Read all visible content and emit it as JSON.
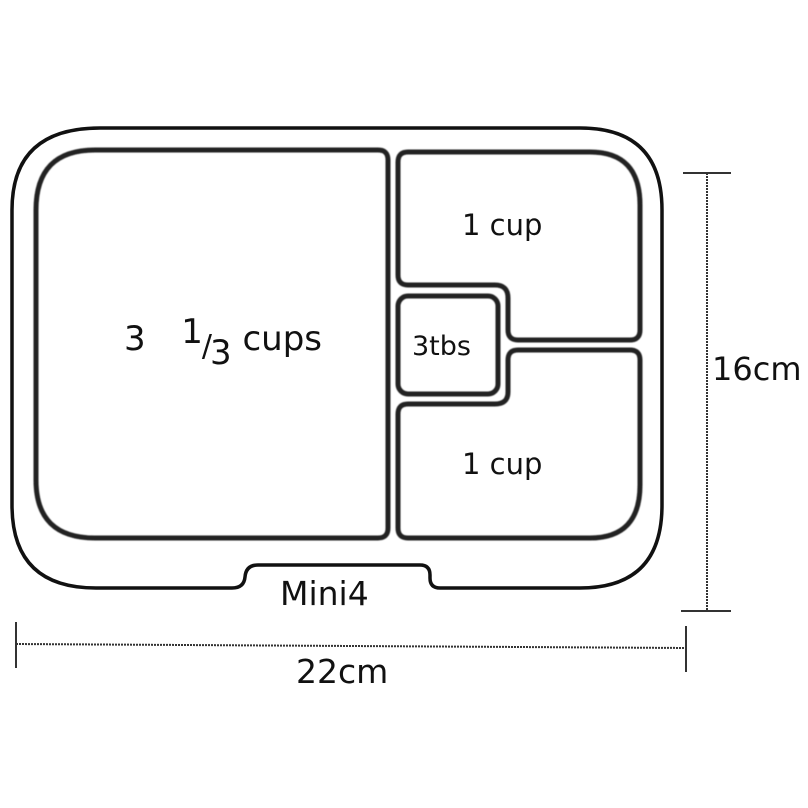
{
  "product": {
    "model_label": "Mini4"
  },
  "compartments": [
    {
      "id": "large-left",
      "whole": "3",
      "frac_num": "1",
      "frac_slash": "/",
      "frac_den": "3",
      "unit": "cups"
    },
    {
      "id": "top-right",
      "label": "1 cup"
    },
    {
      "id": "small-middle",
      "label": "3tbs"
    },
    {
      "id": "bottom-right",
      "label": "1 cup"
    }
  ],
  "dimensions": {
    "width_label": "22cm",
    "height_label": "16cm"
  },
  "colors": {
    "outline": "#111111",
    "background": "#ffffff"
  }
}
